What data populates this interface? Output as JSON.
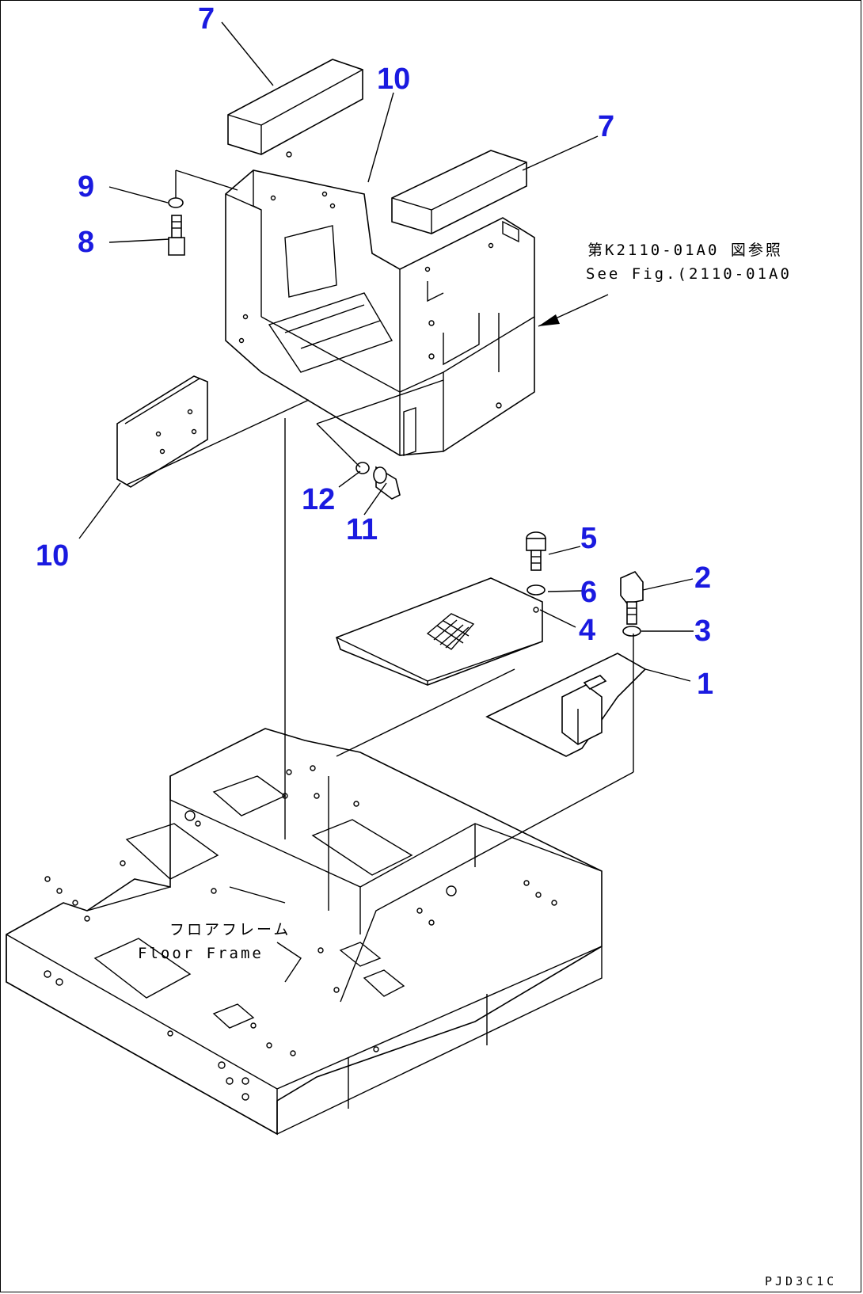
{
  "callouts": {
    "c7a": "7",
    "c10a": "10",
    "c7b": "7",
    "c9": "9",
    "c8": "8",
    "c10b": "10",
    "c12": "12",
    "c11": "11",
    "c5": "5",
    "c6": "6",
    "c2": "2",
    "c4": "4",
    "c3": "3",
    "c1": "1"
  },
  "notes": {
    "see_fig_jp": "第K2110-01A0 図参照",
    "see_fig_en": "See Fig.(2110-01A0",
    "floor_frame_jp": "フロアフレーム",
    "floor_frame_en": "Floor Frame"
  },
  "drawing_code": "PJD3C1C",
  "colors": {
    "callout": "#1a1ae0",
    "line": "#000000",
    "background": "#ffffff"
  }
}
